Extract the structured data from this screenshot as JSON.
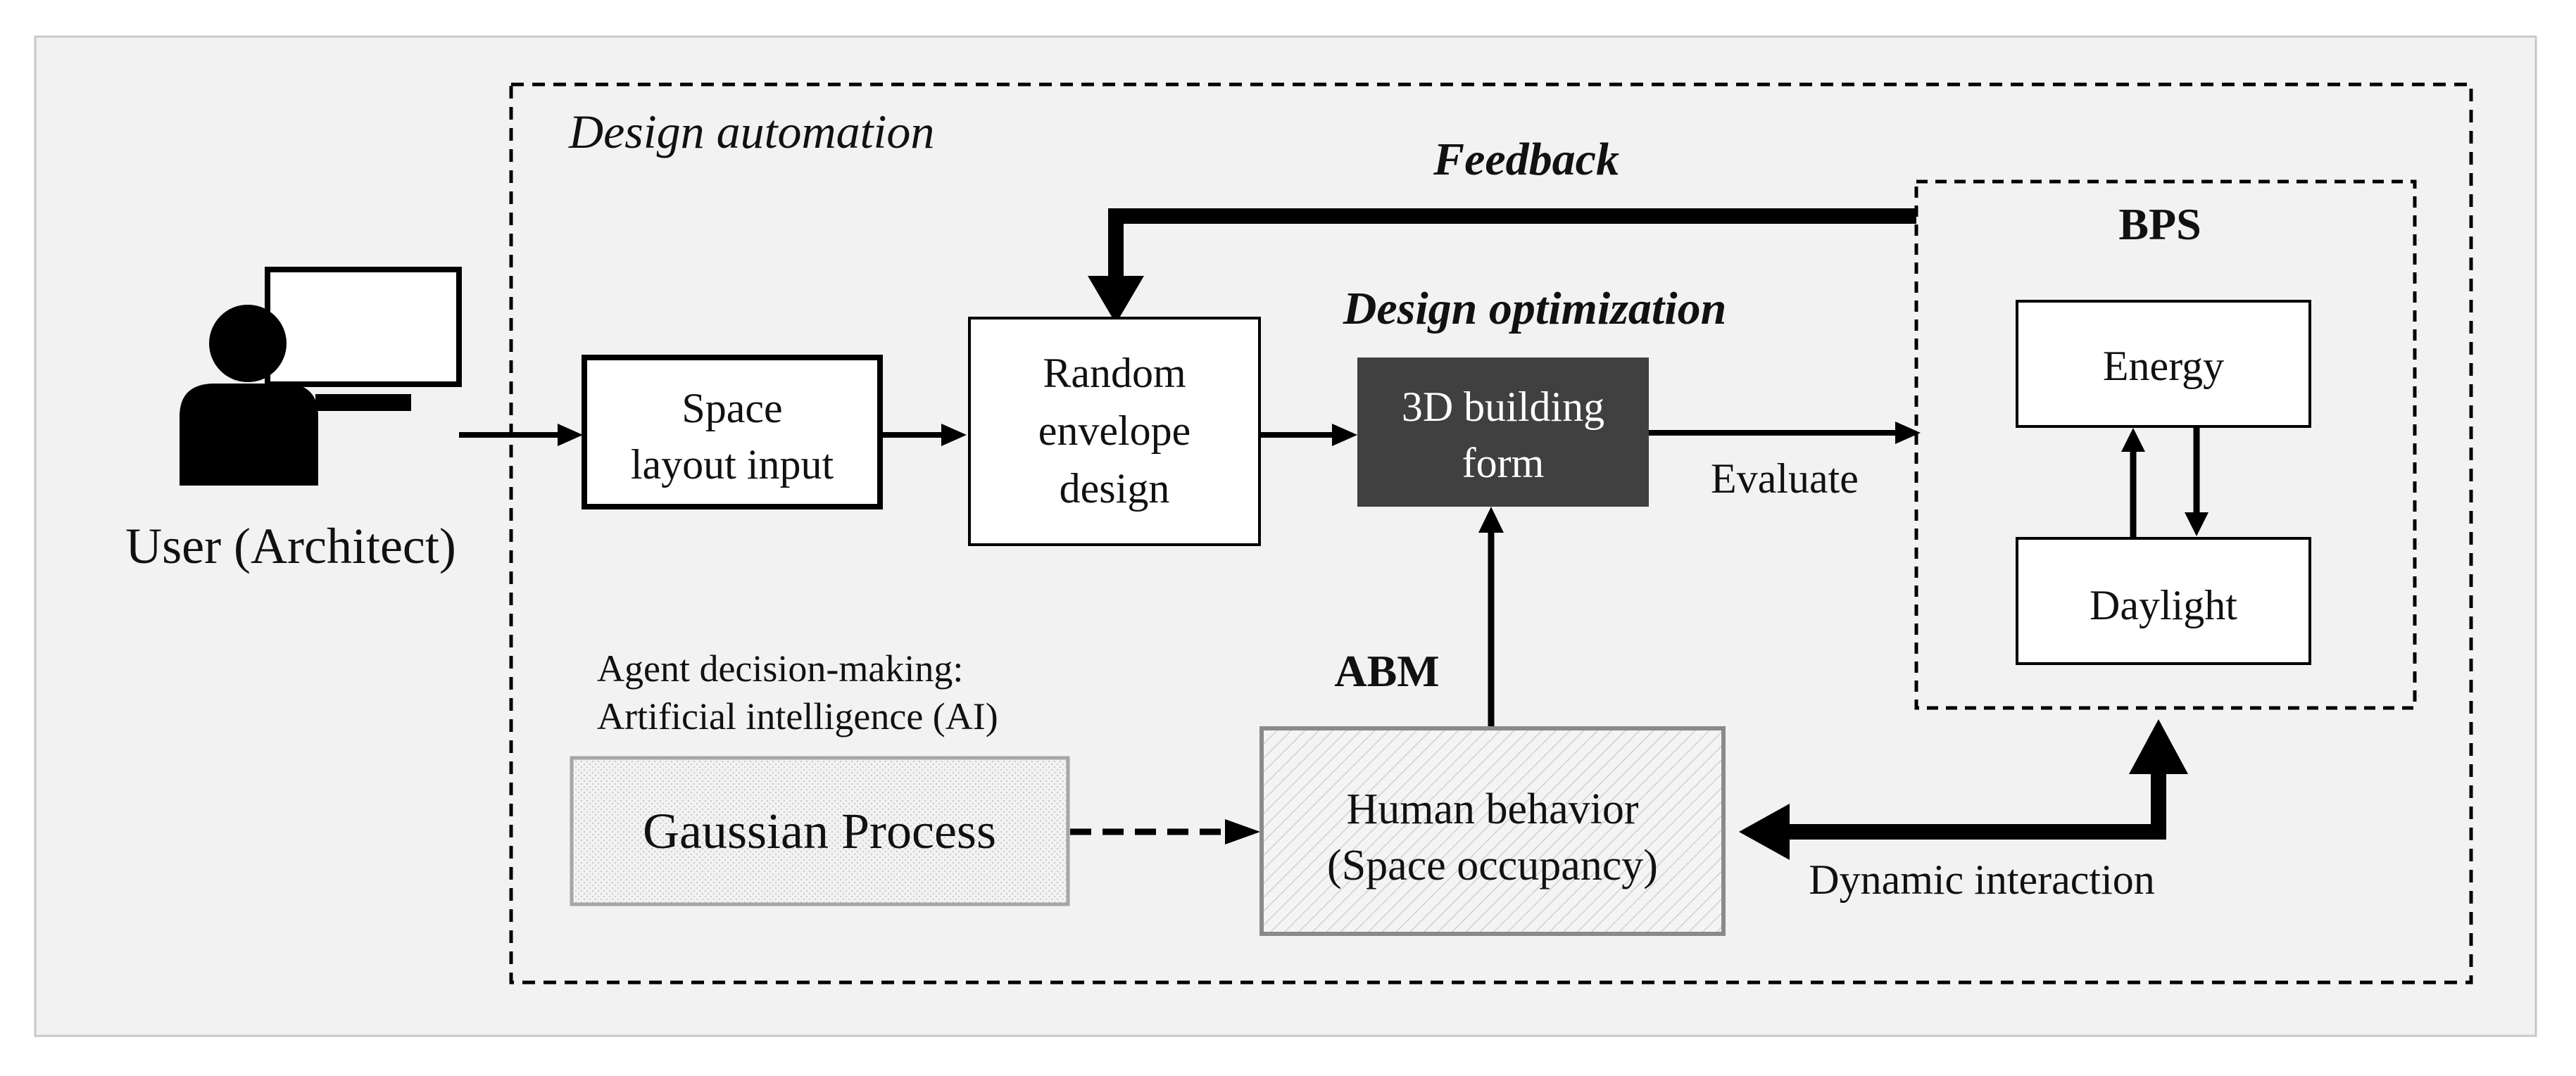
{
  "user": {
    "label": "User (Architect)"
  },
  "design_automation": {
    "title": "Design automation"
  },
  "feedback": {
    "label": "Feedback"
  },
  "design_optimization": {
    "label": "Design optimization"
  },
  "space_layout": {
    "line1": "Space",
    "line2": "layout input"
  },
  "random_envelope": {
    "line1": "Random",
    "line2": "envelope",
    "line3": "design"
  },
  "building_form": {
    "line1": "3D building",
    "line2": "form"
  },
  "evaluate": {
    "label": "Evaluate"
  },
  "bps": {
    "title": "BPS",
    "energy": "Energy",
    "daylight": "Daylight"
  },
  "abm": {
    "label": "ABM"
  },
  "agent": {
    "line1": "Agent decision-making:",
    "line2": "Artificial  intelligence  (AI)"
  },
  "gaussian": {
    "label": "Gaussian Process"
  },
  "human_behavior": {
    "line1": "Human behavior",
    "line2": "(Space occupancy)"
  },
  "dynamic": {
    "label": "Dynamic interaction"
  },
  "colors": {
    "background_panel": "#f2f2f2",
    "dark_box": "#404040",
    "hatched_box_border": "#a6a6a6",
    "line": "#000000"
  }
}
